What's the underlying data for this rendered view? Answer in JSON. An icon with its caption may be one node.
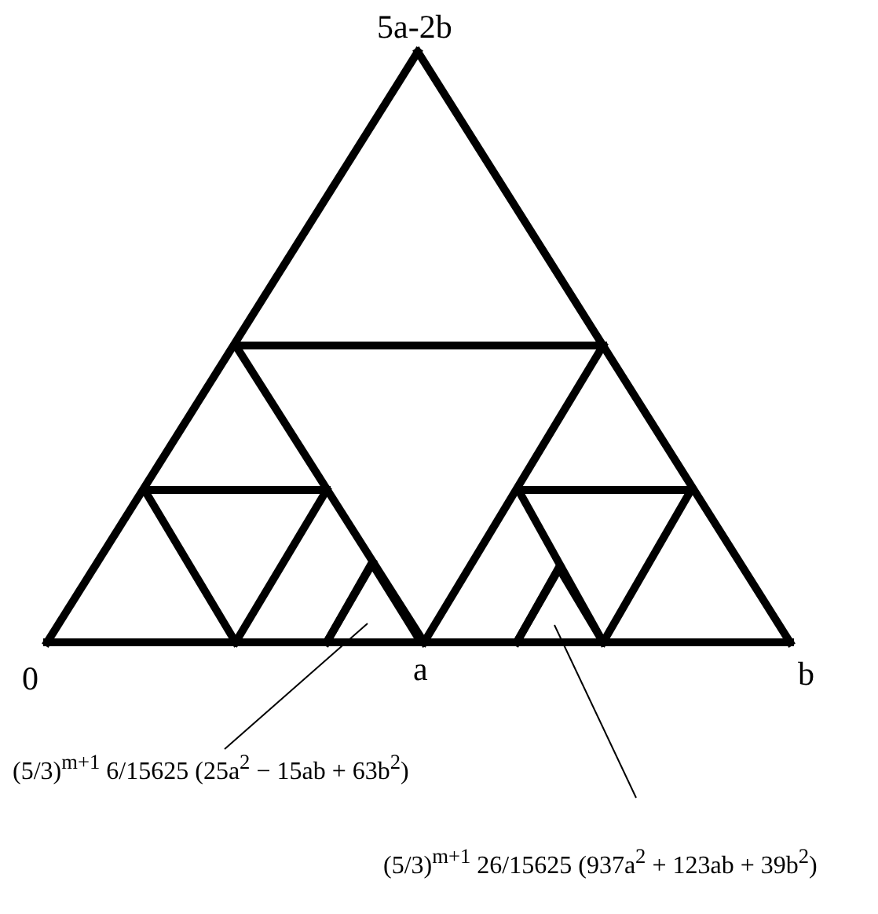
{
  "diagram": {
    "nodes": [
      {
        "text": [
          "(5/3)$^{m+1}$ 6/15625 (25a$^{2}$ − 15ab + 63b$^{2}$)"
        ]
      },
      {
        "text": [
          "(5/3)$^{m+1}$ 26/15625 (937a$^{2}$ + 123ab + 39b$^{2}$)"
        ]
      },
      {
        "text": [],
        "shape": "triangle"
      },
      {
        "text": [],
        "shape": "triangle"
      }
    ],
    "edges": [
      {
        "from": 0,
        "to": 2,
        "arrow": "none"
      },
      {
        "from": 1,
        "to": 3,
        "arrow": "none"
      }
    ],
    "labels": [
      "5a-2b",
      "0",
      "a",
      "b"
    ]
  }
}
